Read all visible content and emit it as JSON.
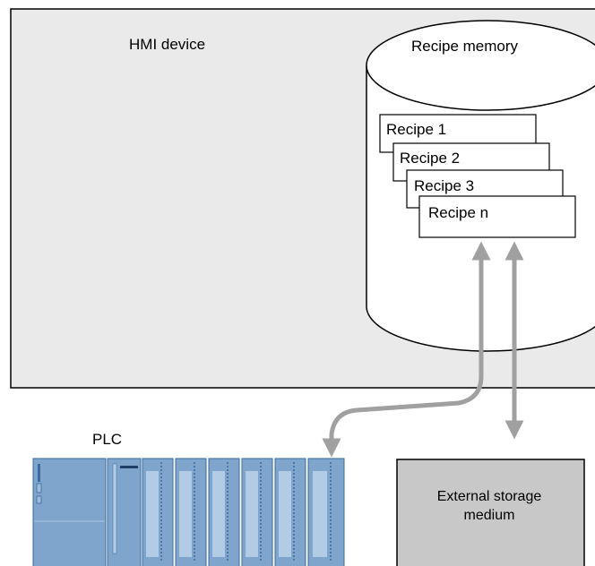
{
  "hmi": {
    "label": "HMI device"
  },
  "memory": {
    "label": "Recipe memory"
  },
  "recipes": [
    "Recipe 1",
    "Recipe 2",
    "Recipe 3",
    "Recipe n"
  ],
  "plc": {
    "label": "PLC"
  },
  "storage": {
    "line1": "External storage",
    "line2": "medium"
  },
  "colors": {
    "hmi_fill": "#eaeaea",
    "arrow": "#a0a0a0",
    "storage_fill": "#c8c8c8",
    "plc_blue": "#7fa5cd",
    "plc_blue_light": "#b2cce6",
    "plc_dark": "#3a6aa0"
  }
}
